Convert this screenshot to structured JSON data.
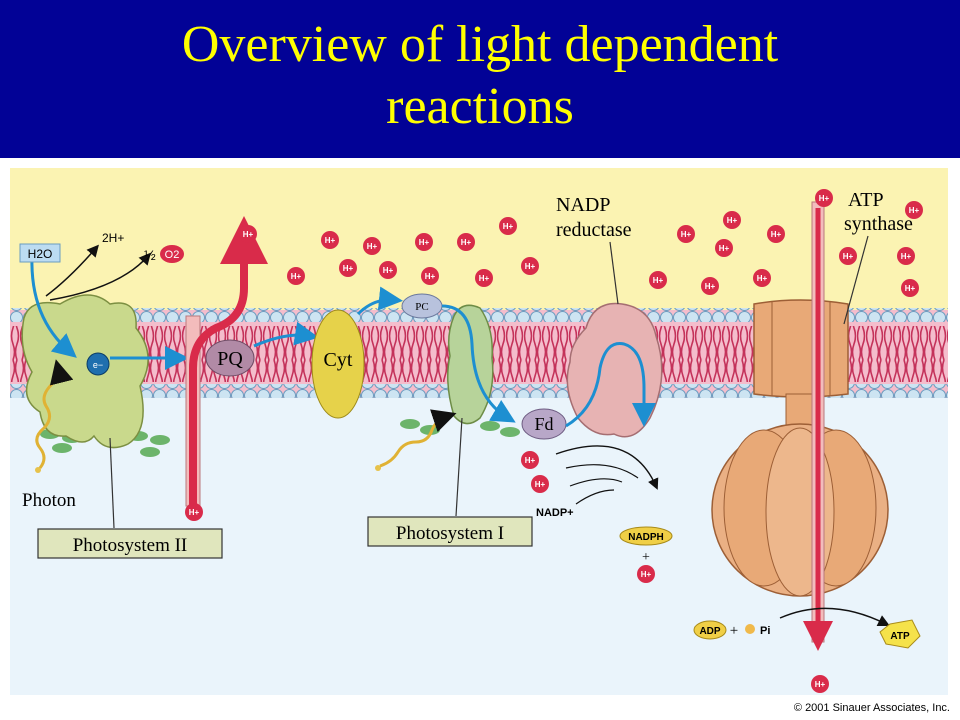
{
  "header": {
    "title_line1": "Overview of light dependent",
    "title_line2": "reactions"
  },
  "diagram": {
    "labels": {
      "h2o": "H2O",
      "two_h": "2H+",
      "half": "½",
      "o2": "O2",
      "electron": "e−",
      "pq": "PQ",
      "cyt": "Cyt",
      "pc": "PC",
      "fd": "Fd",
      "nadp_reductase_line1": "NADP",
      "nadp_reductase_line2": "reductase",
      "atp_synthase_line1": "ATP",
      "atp_synthase_line2": "synthase",
      "photon": "Photon",
      "photosystem_ii": "Photosystem II",
      "photosystem_i": "Photosystem I",
      "nadp_plus": "NADP+",
      "nadph": "NADPH",
      "plus": "+",
      "adp": "ADP",
      "plus2": "+",
      "pi": "Pi",
      "atp": "ATP",
      "h_plus": "H+"
    },
    "colors": {
      "lumen": "#fbf3b2",
      "stroma": "#eaf4fb",
      "membrane_pink": "#f4bdcc",
      "lipid_head": "#cde4f2",
      "protein_green": "#c9d98c",
      "cytochrome": "#e6d24a",
      "proton": "#d92b4a",
      "atp_synthase": "#e8a977",
      "arrow_blue": "#1d8fd1"
    }
  },
  "footer": {
    "copyright": "© 2001 Sinauer Associates, Inc."
  }
}
